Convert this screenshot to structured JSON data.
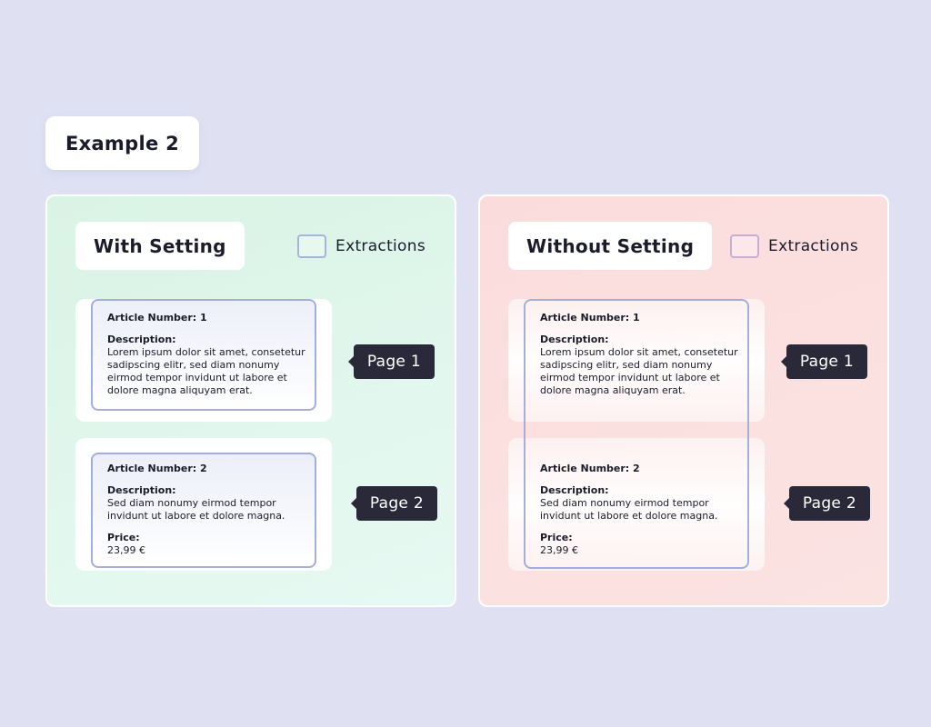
{
  "title": "Example 2",
  "legend_label": "Extractions",
  "panels": {
    "with": {
      "title": "With Setting",
      "pages": [
        "Page 1",
        "Page 2"
      ]
    },
    "without": {
      "title": "Without Setting",
      "pages": [
        "Page 1",
        "Page 2"
      ]
    }
  },
  "article1": {
    "number_label": "Article Number: 1",
    "description_label": "Description:",
    "description_lines": [
      "Lorem ipsum dolor sit amet, consetetur",
      "sadipscing elitr, sed diam nonumy",
      "eirmod tempor invidunt ut labore et",
      "dolore magna aliquyam erat."
    ]
  },
  "article2": {
    "number_label": "Article Number: 2",
    "description_label": "Description:",
    "description_lines": [
      "Sed diam nonumy eirmod tempor",
      "invidunt ut labore et dolore magna."
    ],
    "price_label": "Price:",
    "price_value": "23,99 €"
  },
  "colors": {
    "background": "#dfe1f3",
    "with_panel": "#e0f6ea",
    "without_panel": "#fbdfdf",
    "extraction_border": "#a4aedb",
    "page_label": "#2a2939"
  }
}
